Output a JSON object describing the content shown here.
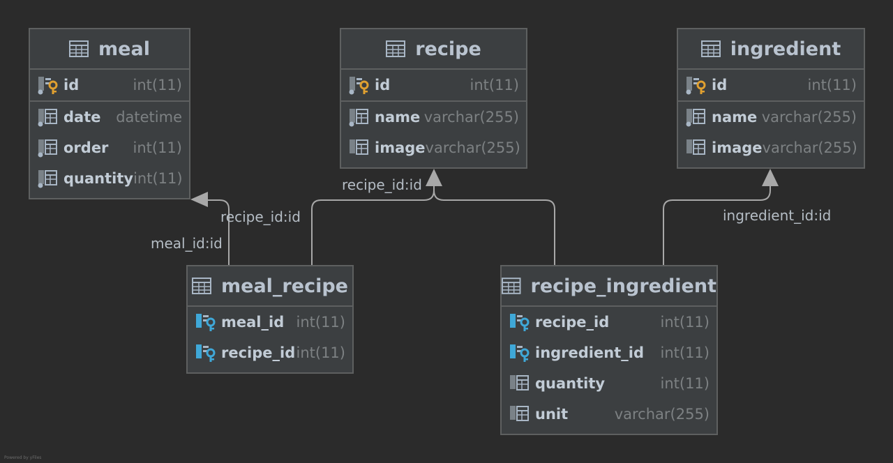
{
  "tables": {
    "meal": {
      "name": "meal",
      "columns": [
        {
          "name": "id",
          "type": "int(11)",
          "key": "pk"
        },
        {
          "name": "date",
          "type": "datetime",
          "key": "none"
        },
        {
          "name": "order",
          "type": "int(11)",
          "key": "none"
        },
        {
          "name": "quantity",
          "type": "int(11)",
          "key": "none"
        }
      ]
    },
    "recipe": {
      "name": "recipe",
      "columns": [
        {
          "name": "id",
          "type": "int(11)",
          "key": "pk"
        },
        {
          "name": "name",
          "type": "varchar(255)",
          "key": "none"
        },
        {
          "name": "image",
          "type": "varchar(255)",
          "key": "none"
        }
      ]
    },
    "ingredient": {
      "name": "ingredient",
      "columns": [
        {
          "name": "id",
          "type": "int(11)",
          "key": "pk"
        },
        {
          "name": "name",
          "type": "varchar(255)",
          "key": "none"
        },
        {
          "name": "image",
          "type": "varchar(255)",
          "key": "none"
        }
      ]
    },
    "meal_recipe": {
      "name": "meal_recipe",
      "columns": [
        {
          "name": "meal_id",
          "type": "int(11)",
          "key": "fk"
        },
        {
          "name": "recipe_id",
          "type": "int(11)",
          "key": "fk"
        }
      ]
    },
    "recipe_ingredient": {
      "name": "recipe_ingredient",
      "columns": [
        {
          "name": "recipe_id",
          "type": "int(11)",
          "key": "fk"
        },
        {
          "name": "ingredient_id",
          "type": "int(11)",
          "key": "fk"
        },
        {
          "name": "quantity",
          "type": "int(11)",
          "key": "none"
        },
        {
          "name": "unit",
          "type": "varchar(255)",
          "key": "none"
        }
      ]
    }
  },
  "relations": {
    "meal_recipe_meal": "meal_id:id",
    "meal_recipe_recipe": "recipe_id:id",
    "recipe_ingredient_recipe": "recipe_id:id",
    "recipe_ingredient_ingredient": "ingredient_id:id"
  },
  "footer": "Powered by yFiles",
  "colors": {
    "background": "#2b2b2b",
    "table_fill": "#3c3f41",
    "table_border": "#5e6060",
    "pk_key": "#e0a030",
    "fk_key": "#3fa8d8",
    "connector": "#a8a8a8"
  },
  "icons": {
    "table": "table-icon",
    "pk": "primary-key-icon",
    "fk": "foreign-key-icon",
    "column": "column-icon"
  }
}
